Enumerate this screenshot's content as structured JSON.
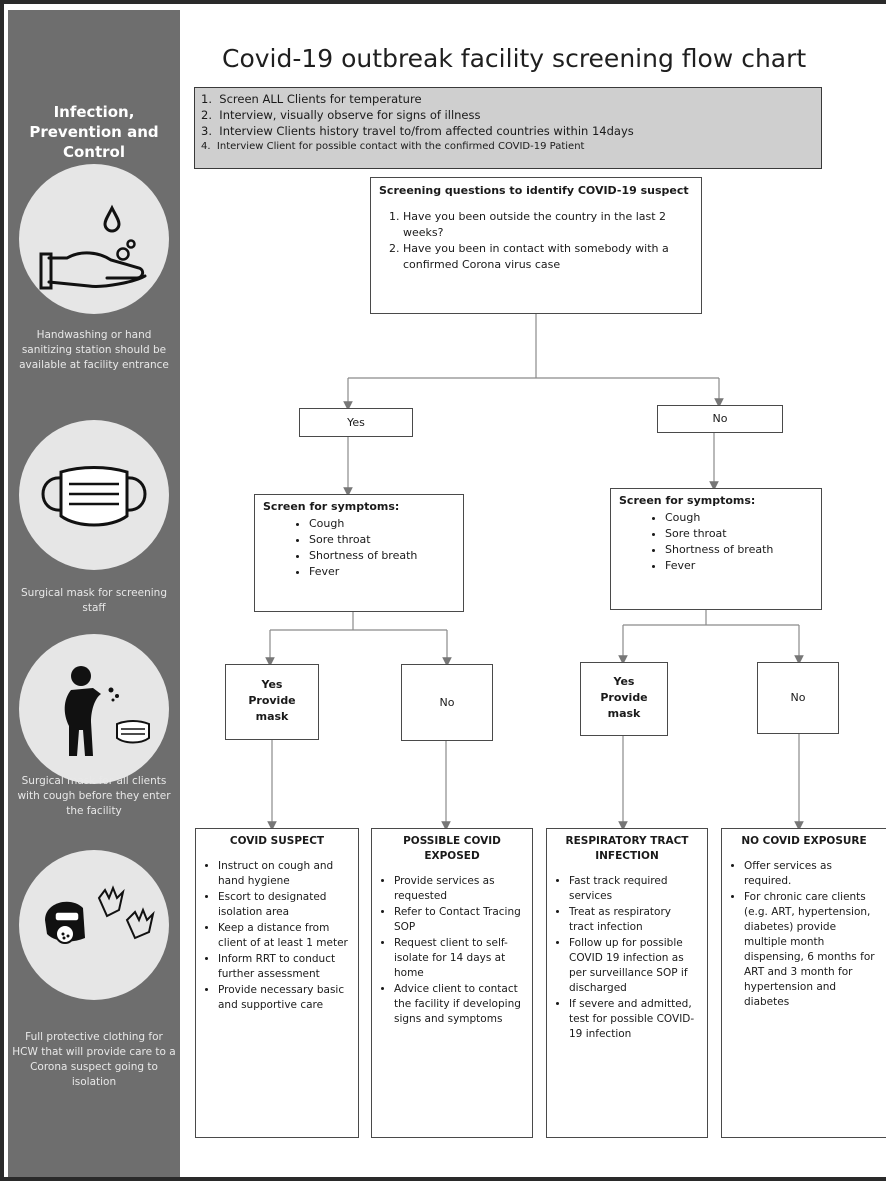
{
  "title": "Covid-19 outbreak facility screening flow chart",
  "sidebar": {
    "heading": "Infection,\nPrevention and\nControl",
    "items": [
      {
        "icon": "handwashing-icon",
        "caption": "Handwashing or hand sanitizing station should be available at facility entrance"
      },
      {
        "icon": "surgical-mask-icon",
        "caption": "Surgical mask for screening staff"
      },
      {
        "icon": "coughing-person-icon",
        "caption": "Surgical mask for all clients with cough before they enter the facility"
      },
      {
        "icon": "protective-clothing-icon",
        "caption": "Full protective clothing for HCW that will provide care to a Corona suspect going to isolation"
      }
    ]
  },
  "steps": [
    "Screen ALL Clients for temperature",
    "Interview, visually observe for signs of illness",
    "Interview Clients history travel to/from affected countries within 14days",
    "Interview Client for possible contact with the confirmed COVID-19 Patient"
  ],
  "screening": {
    "heading": "Screening questions to identify COVID-19 suspect",
    "questions": [
      "Have you been outside the country in the last 2 weeks?",
      "Have you been in contact with somebody with a confirmed Corona virus case"
    ]
  },
  "branch_yes": "Yes",
  "branch_no": "No",
  "symptoms": {
    "heading": "Screen for symptoms:",
    "items": [
      "Cough",
      "Sore throat",
      "Shortness of breath",
      "Fever"
    ]
  },
  "decisions": {
    "yes_line1": "Yes",
    "yes_line2": "Provide",
    "yes_line3": "mask",
    "no": "No"
  },
  "outcomes": [
    {
      "title": "COVID SUSPECT",
      "items": [
        "Instruct on cough and hand hygiene",
        "Escort to designated isolation area",
        "Keep a distance from client of at least 1 meter",
        "Inform RRT to conduct further assessment",
        "Provide necessary basic and supportive care"
      ]
    },
    {
      "title": "POSSIBLE COVID EXPOSED",
      "items": [
        "Provide services as requested",
        "Refer to Contact Tracing SOP",
        "Request client to self-isolate for 14 days at home",
        "Advice client to contact the facility if developing signs and symptoms"
      ]
    },
    {
      "title": "RESPIRATORY TRACT INFECTION",
      "items": [
        "Fast track required services",
        "Treat as respiratory tract infection",
        "Follow up for possible COVID 19 infection as per surveillance SOP if discharged",
        "If severe and admitted, test for possible COVID-19 infection"
      ]
    },
    {
      "title": "NO COVID EXPOSURE",
      "items": [
        "Offer services as required.",
        "For chronic care clients (e.g. ART, hypertension, diabetes) provide multiple month dispensing, 6 months for ART and 3 month for hypertension and diabetes"
      ]
    }
  ]
}
